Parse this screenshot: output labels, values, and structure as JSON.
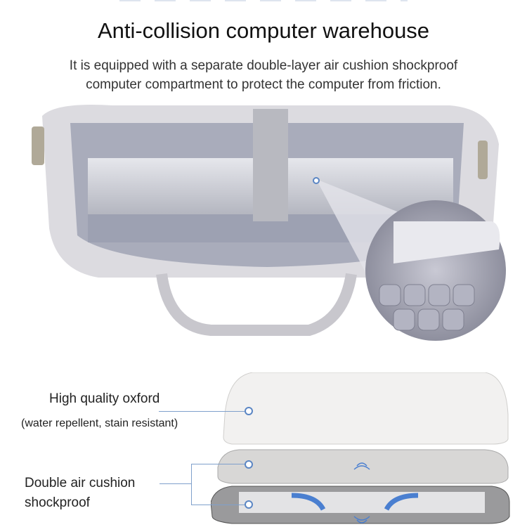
{
  "header": {
    "title": "Anti-collision computer warehouse",
    "description_line1": "It is equipped with a separate double-layer air cushion shockproof",
    "description_line2": "computer compartment to protect the computer from friction."
  },
  "layers": {
    "outer": {
      "label": "High quality oxford",
      "sublabel": "(water repellent, stain resistant)"
    },
    "cushion": {
      "label_line1": "Double air cushion",
      "label_line2": "shockproof"
    }
  },
  "colors": {
    "accent": "#5b86c4",
    "arrow": "#4a7fd0",
    "bag": "#d9d8dc",
    "lining": "#b9bcc8"
  }
}
